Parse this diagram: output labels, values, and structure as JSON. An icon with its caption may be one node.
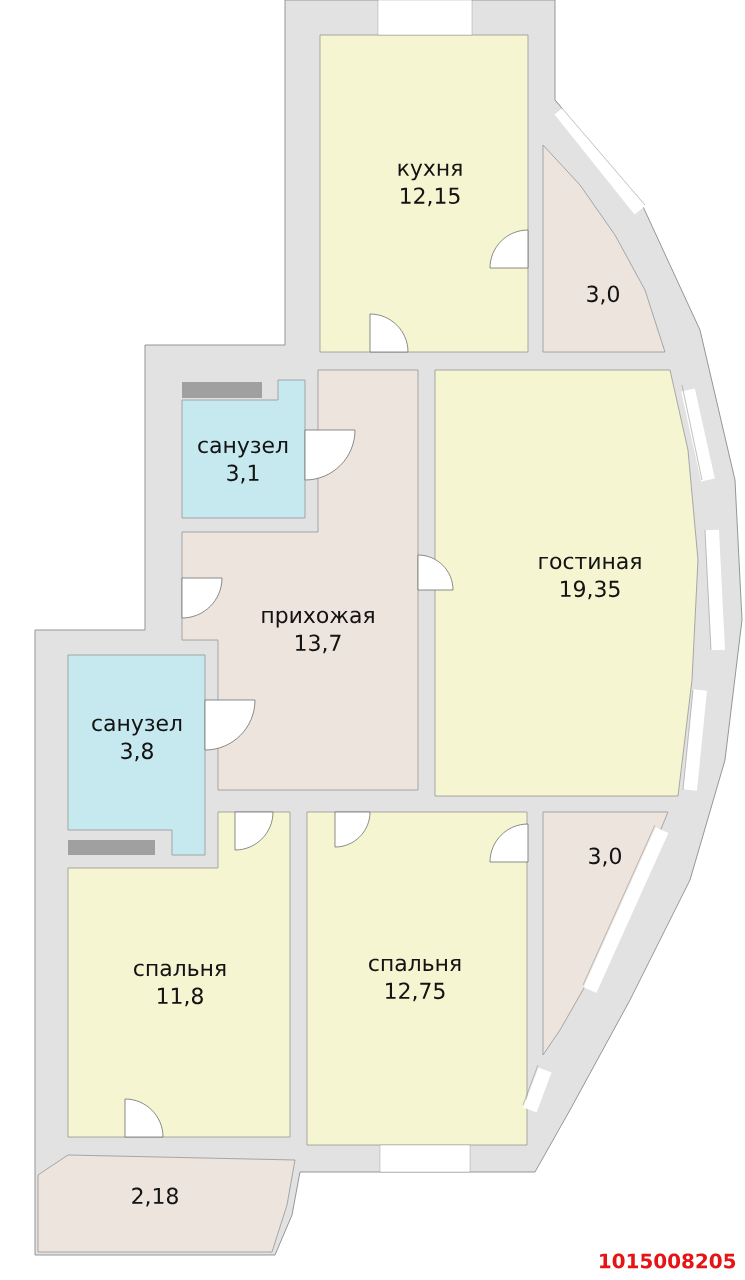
{
  "diagram": {
    "nodes": [
      {
        "text": [
          "кухня",
          "12,15"
        ]
      },
      {
        "text": [
          "3,0"
        ]
      },
      {
        "text": [
          "санузел",
          "3,1"
        ]
      },
      {
        "text": [
          "прихожая",
          "13,7"
        ]
      },
      {
        "text": [
          "гостиная",
          "19,35"
        ]
      },
      {
        "text": [
          "санузел",
          "3,8"
        ]
      },
      {
        "text": [
          "спальня",
          "11,8"
        ]
      },
      {
        "text": [
          "спальня",
          "12,75"
        ]
      },
      {
        "text": [
          "3,0"
        ]
      },
      {
        "text": [
          "2,18"
        ]
      }
    ],
    "labels": [
      "1015008205"
    ]
  }
}
